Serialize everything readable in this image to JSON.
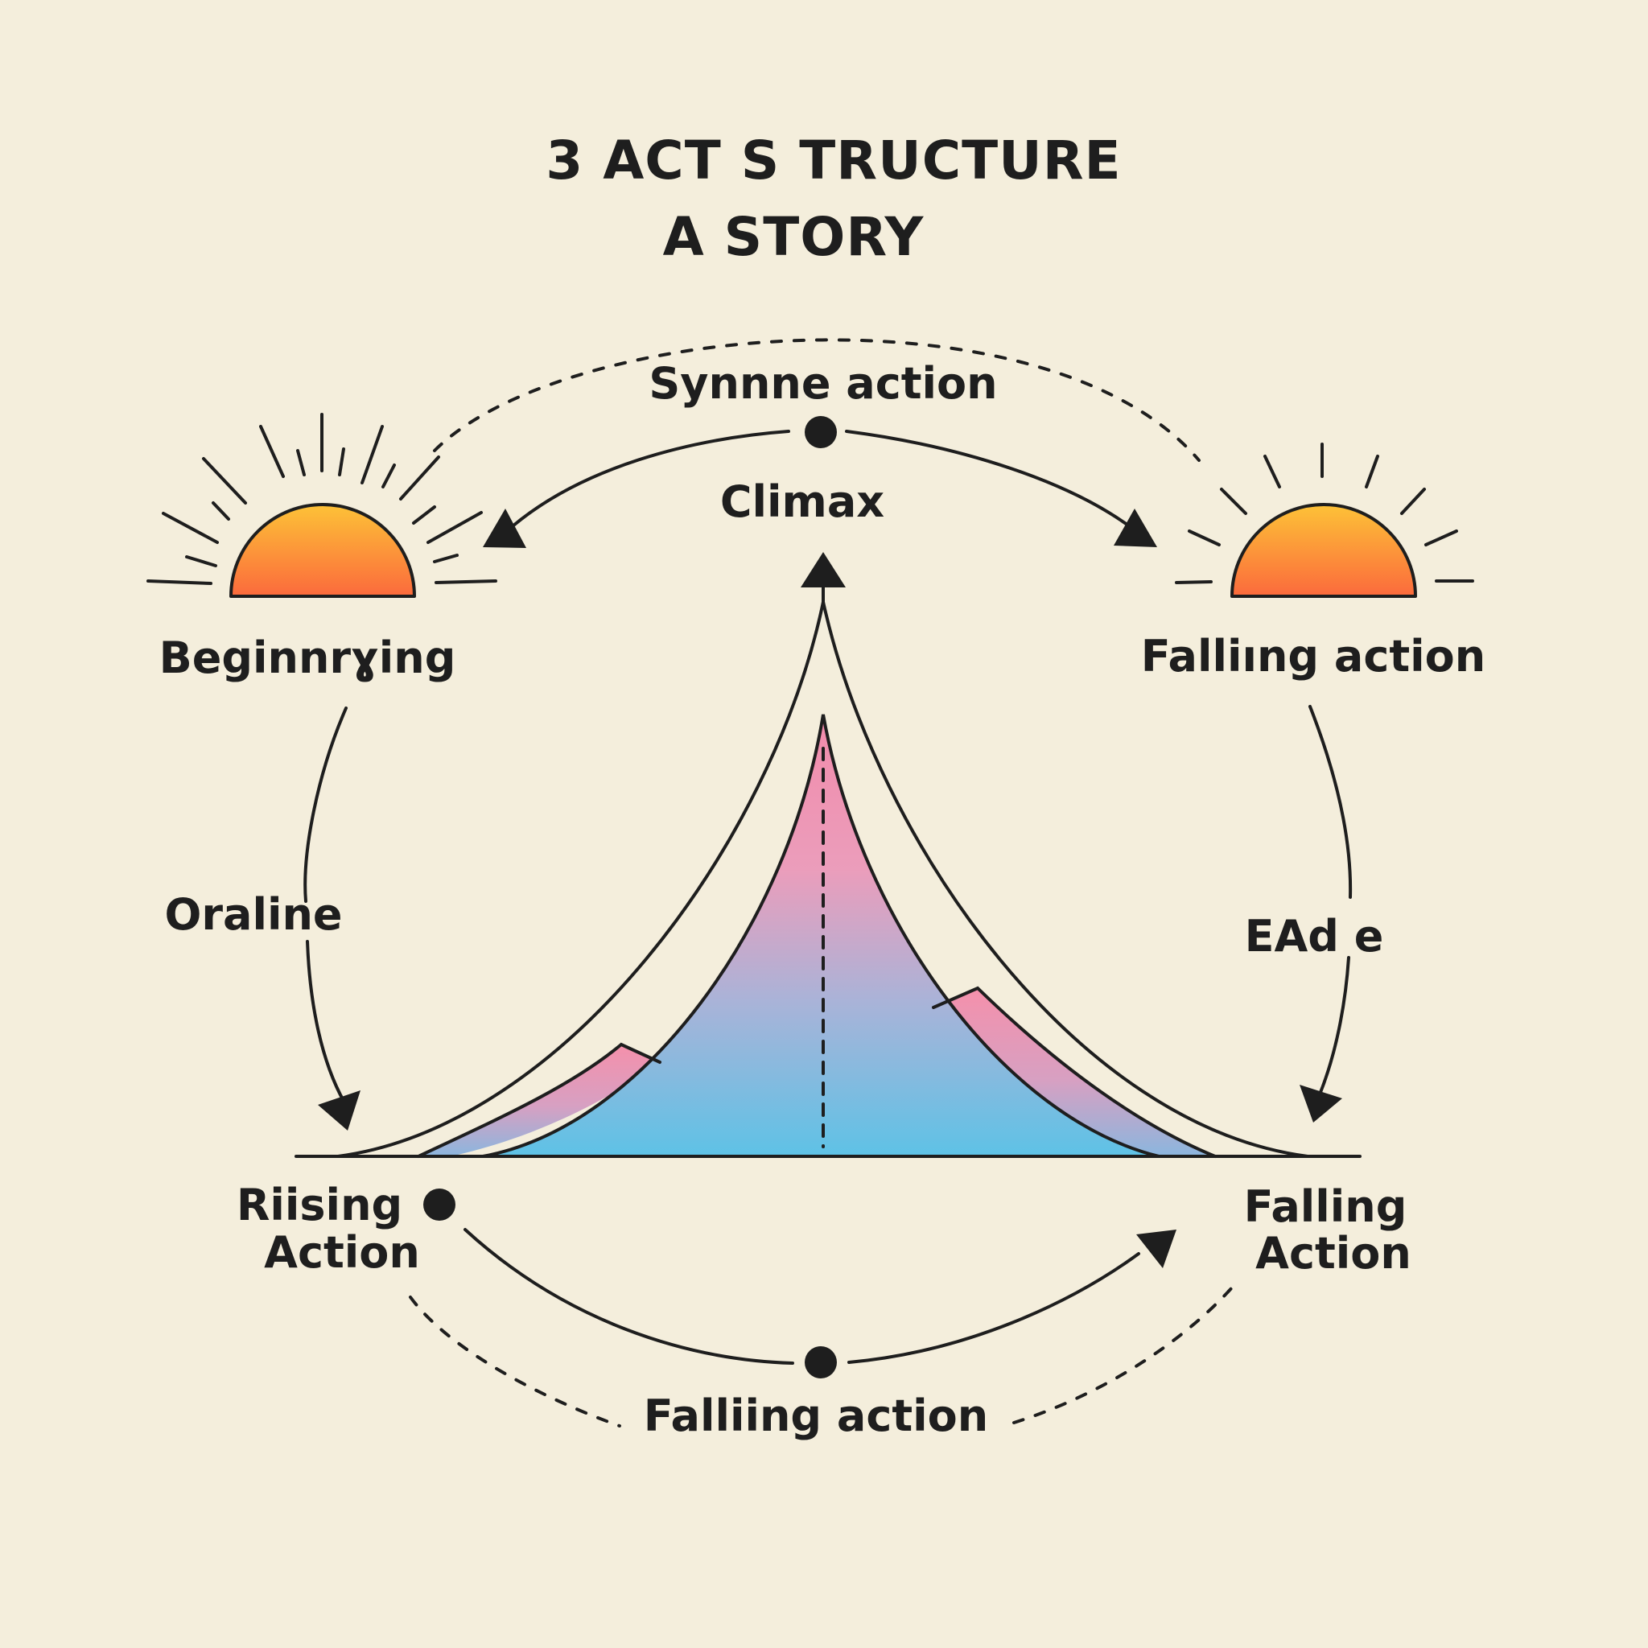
{
  "title": {
    "line1": "3 ACT  S TRUCTURE",
    "line2": "A STORY"
  },
  "labels": {
    "top_arc": "Synnne action",
    "climax": "Climax",
    "beginning": "Beginnrɣing",
    "falling_top_right": "Falliıng action",
    "left_arc": "Oraline",
    "right_arc": "EAd  e",
    "rising_line1": "Riising",
    "rising_line2": "Action",
    "falling_right_line1": "Falling",
    "falling_right_line2": "Action",
    "bottom_arc": "Falliing action"
  },
  "icons": {
    "left_sun": "sunrise-icon",
    "right_sun": "sunset-icon"
  },
  "colors": {
    "background": "#f4eedc",
    "ink": "#1e1e1e",
    "sun_top": "#fdc237",
    "sun_bottom": "#fb6a3c",
    "mountain_pink": "#f293ad",
    "mountain_blue": "#5ec2e6"
  }
}
